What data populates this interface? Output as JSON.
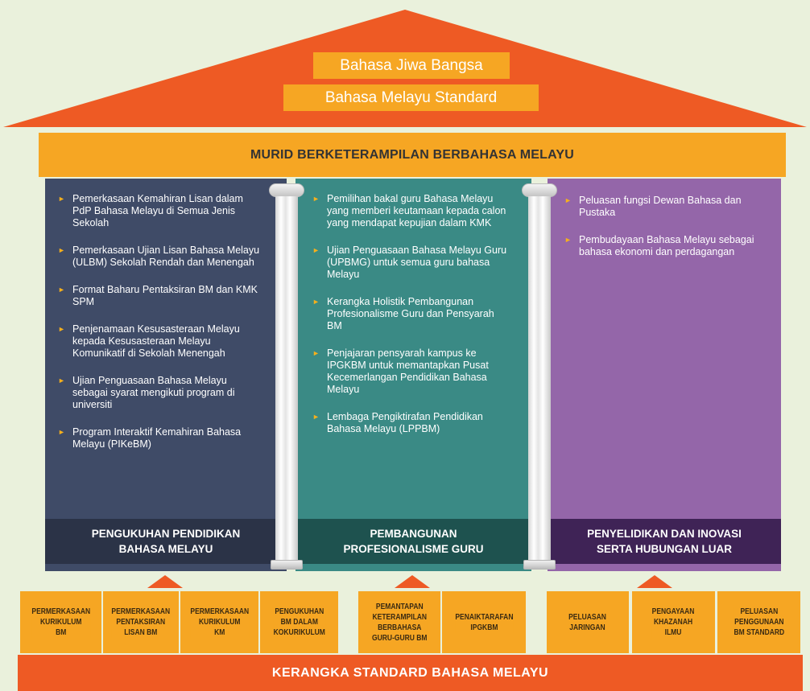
{
  "roof": {
    "line1": "Bahasa Jiwa Bangsa",
    "line2": "Bahasa Melayu Standard"
  },
  "banner": "MURID BERKETERAMPILAN BERBAHASA MELAYU",
  "columns": [
    {
      "color": "#3f4b67",
      "footer_color": "#2b3347",
      "items": [
        "Pemerkasaan Kemahiran Lisan dalam PdP Bahasa Melayu di Semua Jenis Sekolah",
        "Pemerkasaan Ujian Lisan Bahasa Melayu (ULBM) Sekolah Rendah dan Menengah",
        "Format Baharu Pentaksiran BM dan KMK SPM",
        "Penjenamaan Kesusasteraan Melayu kepada  Kesusasteraan Melayu Komunikatif di Sekolah Menengah",
        "Ujian Penguasaan Bahasa Melayu sebagai syarat mengikuti program di universiti",
        "Program Interaktif Kemahiran Bahasa Melayu (PIKeBM)"
      ],
      "footer": [
        "PENGUKUHAN PENDIDIKAN",
        "BAHASA  MELAYU"
      ]
    },
    {
      "color": "#3a8a85",
      "footer_color": "#1e524f",
      "items": [
        "Pemilihan bakal guru Bahasa Melayu  yang memberi keutamaan kepada calon yang mendapat kepujian dalam KMK",
        "Ujian Penguasaan Bahasa Melayu Guru (UPBMG) untuk semua guru bahasa Melayu",
        "Kerangka Holistik Pembangunan Profesionalisme Guru dan Pensyarah BM",
        "Penjajaran pensyarah kampus ke IPGKBM untuk memantapkan Pusat Kecemerlangan Pendidikan Bahasa Melayu",
        "Lembaga  Pengiktirafan Pendidikan Bahasa Melayu (LPPBM)"
      ],
      "footer": [
        "PEMBANGUNAN",
        "PROFESIONALISME GURU"
      ]
    },
    {
      "color": "#9466a9",
      "footer_color": "#3f2356",
      "items": [
        "Peluasan fungsi Dewan Bahasa dan Pustaka",
        "Pembudayaan Bahasa Melayu sebagai bahasa ekonomi dan perdagangan"
      ],
      "footer": [
        "PENYELIDIKAN DAN INOVASI",
        "SERTA HUBUNGAN LUAR"
      ]
    }
  ],
  "foundation": [
    [
      "PERMERKASAAN",
      "KURIKULUM",
      "BM"
    ],
    [
      "PERMERKASAAN",
      "PENTAKSIRAN",
      "LISAN BM"
    ],
    [
      "PERMERKASAAN",
      "KURIKULUM",
      "KM"
    ],
    [
      "PENGUKUHAN",
      "BM DALAM",
      "KOKURIKULUM"
    ],
    [
      "PEMANTAPAN",
      "KETERAMPILAN",
      "BERBAHASA",
      "GURU-GURU BM"
    ],
    [
      "PENAIKTARAFAN",
      "IPGKBM"
    ],
    [
      "PELUASAN",
      "JARINGAN"
    ],
    [
      "PENGAYAAN",
      "KHAZANAH",
      "ILMU"
    ],
    [
      "PELUASAN",
      "PENGGUNAAN",
      "BM STANDARD"
    ]
  ],
  "base": "KERANGKA  STANDARD  BAHASA  MELAYU",
  "colors": {
    "roof": "#ee5a24",
    "accent": "#f6a623",
    "background": "#eaf1dc"
  }
}
